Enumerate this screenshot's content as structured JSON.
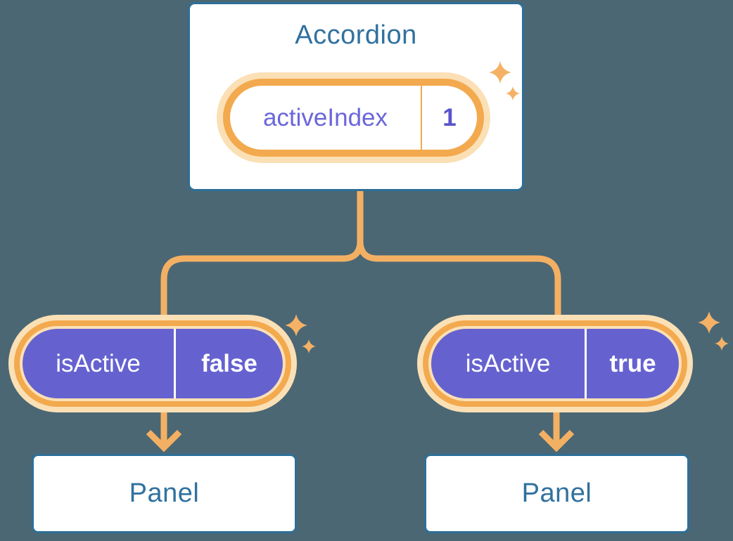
{
  "canvas": {
    "background_color": "#4B6774"
  },
  "colors": {
    "card_border": "#2D6F97",
    "card_background": "#FFFFFF",
    "heading_text": "#30719F",
    "orange_ring": "#F3A94E",
    "orange_glow": "#FBE0B6",
    "connector_line": "#F3B063",
    "sparkle": "#F5B266",
    "purple_pill": "#6562D0",
    "state_name_text": "#6B66DB",
    "state_value_text": "#5953CD",
    "prop_text": "#FFFFFF"
  },
  "accordion": {
    "title": "Accordion",
    "state_pill": {
      "name": "activeIndex",
      "value": "1"
    }
  },
  "children": [
    {
      "prop_pill": {
        "name": "isActive",
        "value": "false"
      },
      "panel": {
        "title": "Panel"
      }
    },
    {
      "prop_pill": {
        "name": "isActive",
        "value": "true"
      },
      "panel": {
        "title": "Panel"
      }
    }
  ],
  "icons": {
    "sparkle": "sparkle-icon",
    "arrow": "arrow-down-icon"
  }
}
